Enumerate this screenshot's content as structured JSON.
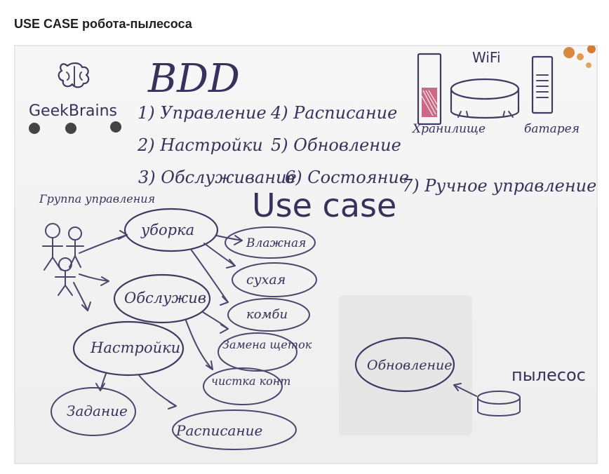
{
  "title": "USE CASE робота-пылесоса",
  "board": {
    "logo_text": "GeekBrains",
    "bdd_title": "BDD",
    "wifi_label": "WiFi",
    "storage_label": "Хранилище",
    "battery_label": "батарея",
    "list_items": [
      "1) Управление",
      "2) Настройки",
      "3) Обслуживание",
      "4) Расписание",
      "5) Обновление",
      "6) Состояние",
      "7) Ручное управление"
    ],
    "usecase_title": "Use case",
    "actor_label": "Группа управления",
    "nodes": {
      "uborka": "уборка",
      "vlazhnaya": "Влажная",
      "suhaya": "сухая",
      "kombi": "комби",
      "obsluzhiv": "Обслужив",
      "zamena": "Замена щеток",
      "chistka": "чистка конт",
      "nastroyki": "Настройки",
      "zadanie": "Задание",
      "raspisanie": "Расписание",
      "obnovlenie": "Обновление",
      "pylesos": "пылесос"
    }
  },
  "colors": {
    "ink": "#3f3a61",
    "board": "#f3f3f3",
    "accent_red": "#c94d72"
  }
}
